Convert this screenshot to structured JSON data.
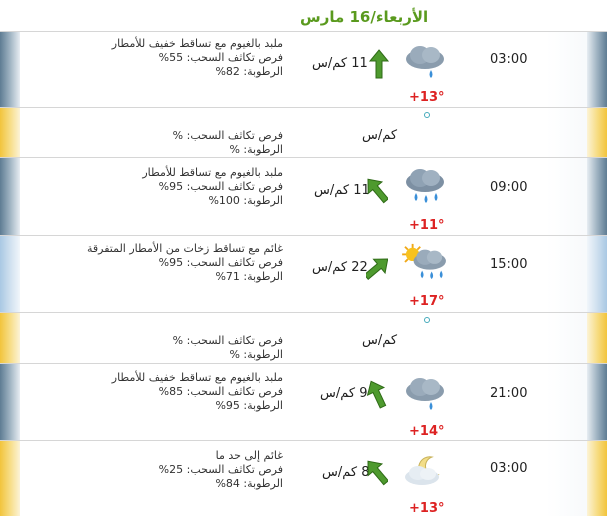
{
  "header": {
    "date": "الأربعاء/16 مارس"
  },
  "rows": [
    {
      "time": "03:00",
      "temp": "+13°",
      "wind_speed": "11",
      "wind_unit": "كم/س",
      "condition": "ملبد بالغيوم مع تساقط خفيف للأمطار",
      "clouds_label": "فرص تكاثف السحب:",
      "clouds_value": "55",
      "humidity_label": "الرطوبة:",
      "humidity_value": "82",
      "percent": "%",
      "icon": "cloud-rain-icon",
      "arrow": "arrow-up-icon",
      "sky": "blue"
    },
    {
      "time": "",
      "temp": "",
      "wind_speed": "",
      "wind_unit": "كم/س",
      "condition": "",
      "clouds_label": "فرص تكاثف السحب:",
      "clouds_value": "",
      "humidity_label": "الرطوبة:",
      "humidity_value": "",
      "percent": "%",
      "icon": "",
      "arrow": "",
      "sky": "yellow"
    },
    {
      "time": "09:00",
      "temp": "+11°",
      "wind_speed": "11",
      "wind_unit": "كم/س",
      "condition": "ملبد بالغيوم مع تساقط للأمطار",
      "clouds_label": "فرص تكاثف السحب:",
      "clouds_value": "95",
      "humidity_label": "الرطوبة:",
      "humidity_value": "100",
      "percent": "%",
      "icon": "cloud-heavy-rain-icon",
      "arrow": "arrow-up-left-icon",
      "sky": "blue"
    },
    {
      "time": "15:00",
      "temp": "+17°",
      "wind_speed": "22",
      "wind_unit": "كم/س",
      "condition": "غائم مع تساقط زخات من الأمطار المتفرقة",
      "clouds_label": "فرص تكاثف السحب:",
      "clouds_value": "95",
      "humidity_label": "الرطوبة:",
      "humidity_value": "71",
      "percent": "%",
      "icon": "sun-cloud-rain-icon",
      "arrow": "arrow-up-right-icon",
      "sky": "bright"
    },
    {
      "time": "",
      "temp": "",
      "wind_speed": "",
      "wind_unit": "كم/س",
      "condition": "",
      "clouds_label": "فرص تكاثف السحب:",
      "clouds_value": "",
      "humidity_label": "الرطوبة:",
      "humidity_value": "",
      "percent": "%",
      "icon": "",
      "arrow": "",
      "sky": "yellow"
    },
    {
      "time": "21:00",
      "temp": "+14°",
      "wind_speed": "9",
      "wind_unit": "كم/س",
      "condition": "ملبد بالغيوم مع تساقط خفيف للأمطار",
      "clouds_label": "فرص تكاثف السحب:",
      "clouds_value": "85",
      "humidity_label": "الرطوبة:",
      "humidity_value": "95",
      "percent": "%",
      "icon": "cloud-rain-icon",
      "arrow": "arrow-up-left-icon",
      "sky": "blue"
    },
    {
      "time": "03:00",
      "temp": "+13°",
      "wind_speed": "8",
      "wind_unit": "كم/س",
      "condition": "غائم إلى حد ما",
      "clouds_label": "فرص تكاثف السحب:",
      "clouds_value": "25",
      "humidity_label": "الرطوبة:",
      "humidity_value": "84",
      "percent": "%",
      "icon": "moon-cloud-icon",
      "arrow": "arrow-up-left-icon",
      "sky": "yellow"
    }
  ]
}
